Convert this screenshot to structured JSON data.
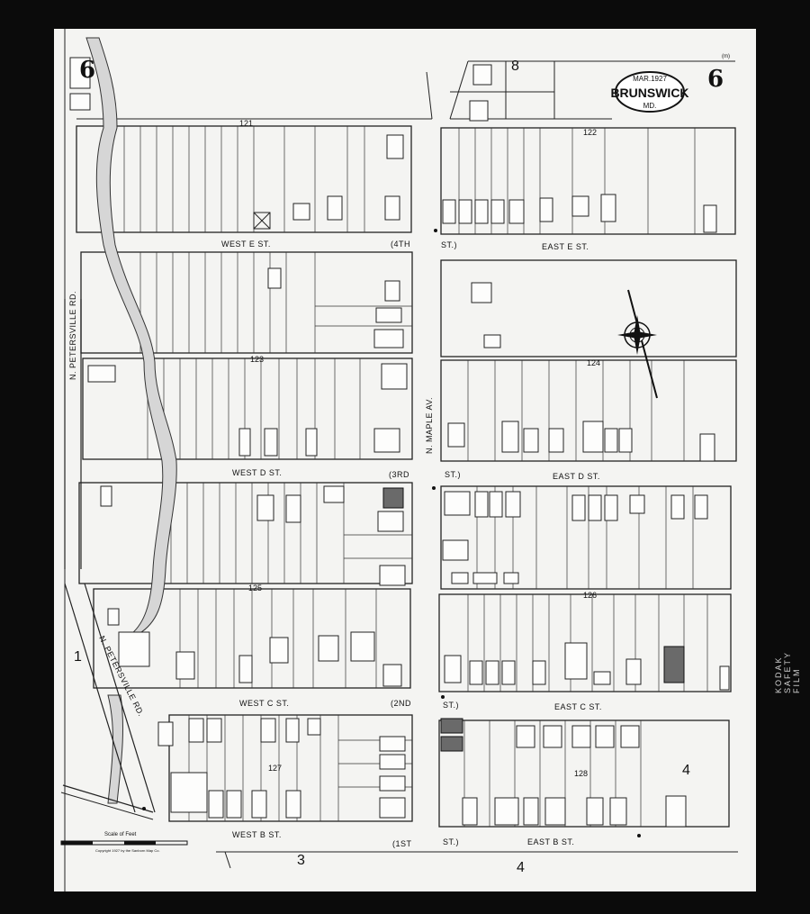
{
  "sheet": {
    "page_number": "6",
    "page_number_right": "6",
    "date": "MAR.1927",
    "city": "BRUNSWICK",
    "state": "MD.",
    "small_mark": "(m)"
  },
  "streets": {
    "west_e": "WEST  E   ST.",
    "east_e": "EAST  E   ST.",
    "e_paren": "(4TH",
    "e_st": "ST.)",
    "west_d": "WEST  D     ST.",
    "east_d": "EAST  D    ST.",
    "d_paren": "(3RD",
    "d_st": "ST.)",
    "west_c": "WEST  C     ST.",
    "east_c": "EAST  C    ST.",
    "c_paren": "(2ND",
    "c_st": "ST.)",
    "west_b": "WEST  B    ST.",
    "east_b": "EAST  B    ST.",
    "b_paren": "(1ST",
    "b_st": "ST.)",
    "maple": "N. MAPLE    AV.",
    "petersville_upper": "N. PETERSVILLE   RD.",
    "petersville_lower": "N. PETERSVILLE   RD."
  },
  "blocks": [
    "121",
    "122",
    "123",
    "124",
    "125",
    "126",
    "127",
    "128"
  ],
  "adjacent_sheets": {
    "top": "8",
    "left": "1",
    "bottom_left": "3",
    "bottom_right": "4",
    "right": "4"
  },
  "scale": {
    "label": "Scale of Feet",
    "copyright": "Copyright 1927 by the Sanborn Map Co."
  },
  "colors": {
    "paper": "#f4f4f2",
    "ink": "#111111",
    "creek": "#cfcfcf",
    "brick": "#666666"
  },
  "edge_text": "KODAK SAFETY FILM"
}
